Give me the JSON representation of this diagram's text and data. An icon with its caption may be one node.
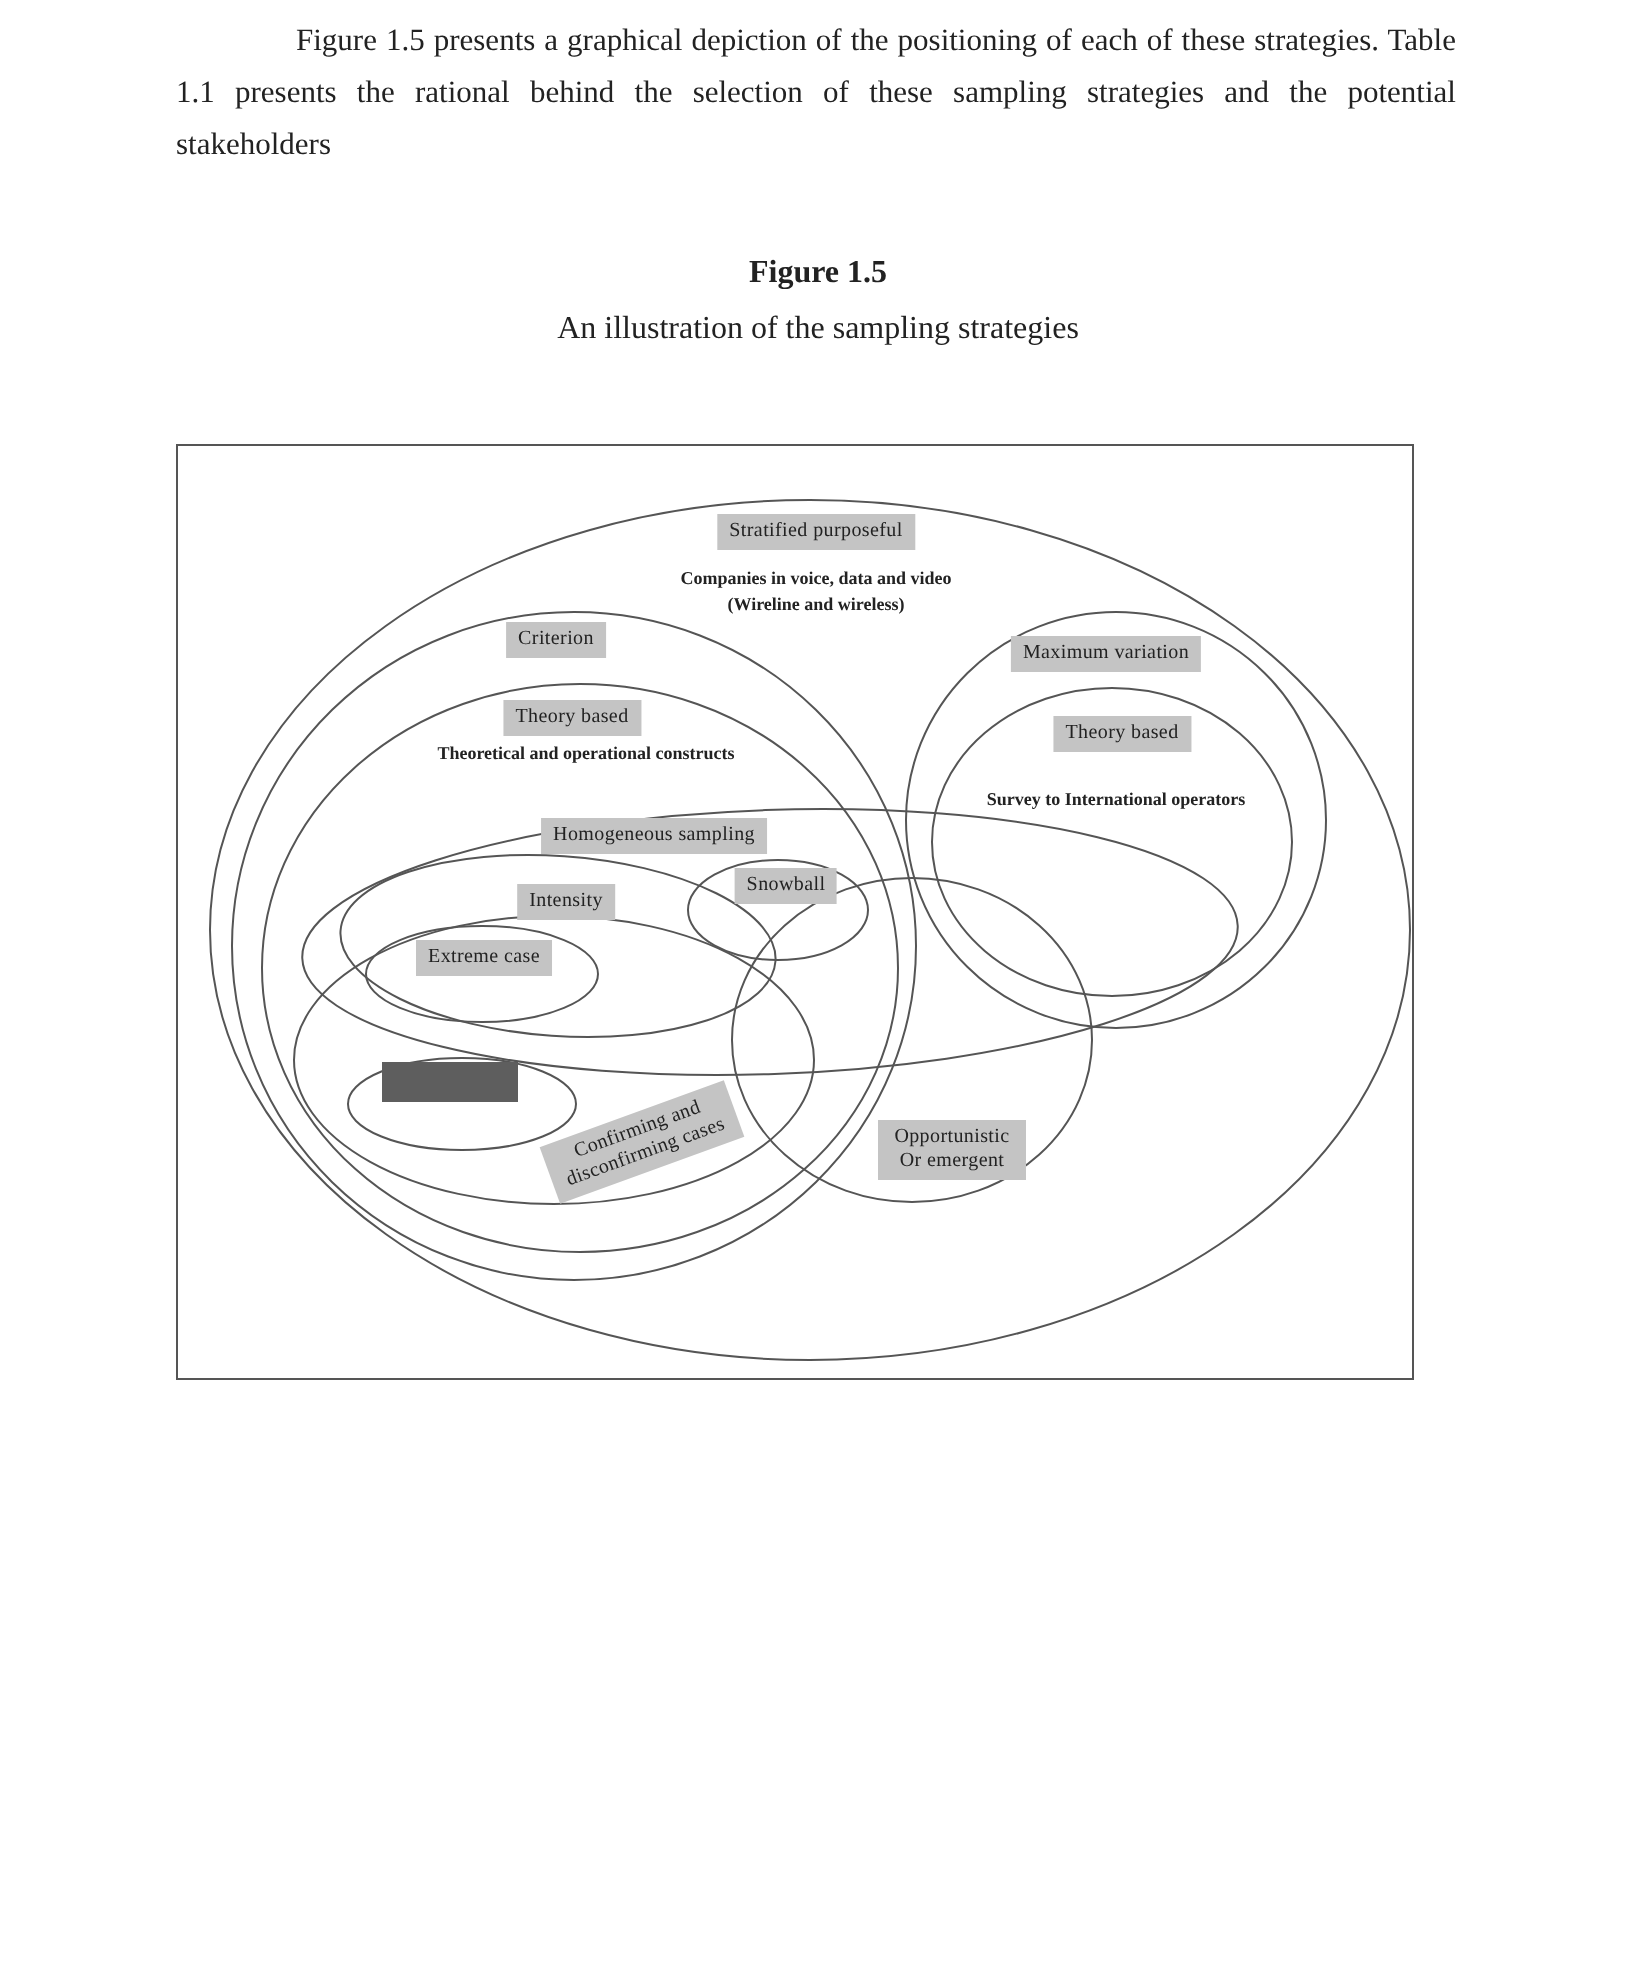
{
  "diagram": {
    "title": "Figure 1.5",
    "caption": "An illustration of the sampling strategies",
    "nodes": [
      {
        "text": [
          "Stratified purposeful",
          "Companies in voice, data and video (Wireline and wireless)"
        ]
      },
      {
        "text": [
          "Criterion"
        ],
        "in": 0
      },
      {
        "text": [
          "Theory based",
          "Theoretical and operational constructs"
        ],
        "in": 1
      },
      {
        "text": [
          "Maximum variation"
        ],
        "in": 0
      },
      {
        "text": [
          "Theory based",
          "Survey to International operators"
        ],
        "in": 3
      },
      {
        "text": [
          "Homogeneous sampling"
        ],
        "in": 0
      },
      {
        "text": [
          "Intensity"
        ]
      },
      {
        "text": [
          "Extreme case"
        ]
      },
      {
        "text": [
          "Snowball"
        ]
      },
      {
        "text": [
          "Confirming and disconfirming cases"
        ],
        "in": 2
      },
      {
        "text": [],
        "shape": "ellipse",
        "in": 9
      },
      {
        "text": [
          "Opportunistic Or emergent"
        ],
        "in": 0
      }
    ],
    "labels": [
      "Figure 1.5 presents a graphical depiction of the positioning of each of these strategies. Table 1.1 presents the rational behind the selection of these sampling strategies and the potential stakeholders"
    ]
  }
}
